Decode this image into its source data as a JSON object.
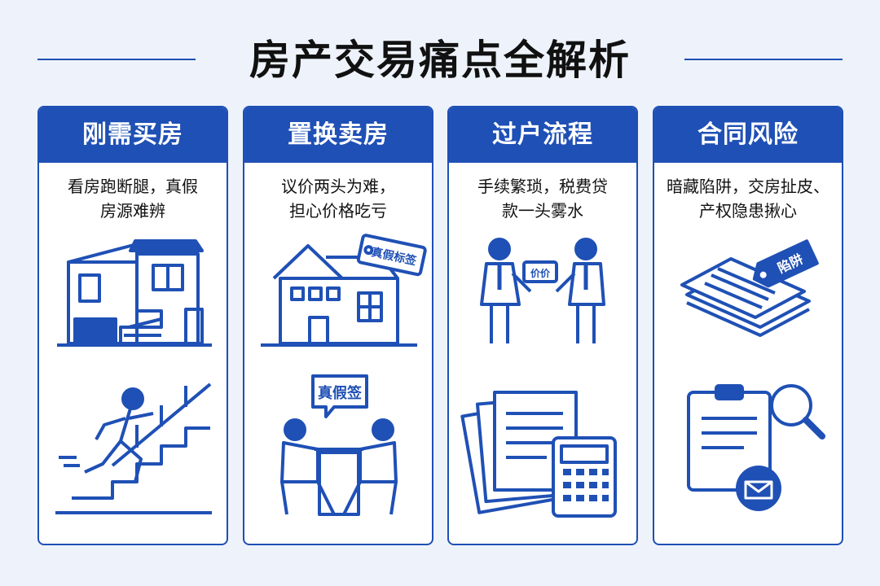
{
  "title": "房产交易痛点全解析",
  "cards": [
    {
      "header": "刚需买房",
      "desc_line1": "看房跑断腿，真假",
      "desc_line2": "房源难辨"
    },
    {
      "header": "置换卖房",
      "desc_line1": "议价两头为难，",
      "desc_line2": "担心价格吃亏",
      "tag_top": "真假标签",
      "bubble": "真假签"
    },
    {
      "header": "过户流程",
      "desc_line1": "手续繁琐，税费贷",
      "desc_line2": "款一头雾水",
      "tag_price": "价价"
    },
    {
      "header": "合同风险",
      "desc_line1": "暗藏陷阱，交房扯皮、",
      "desc_line2": "产权隐患揪心",
      "tag_trap": "陷阱"
    }
  ],
  "colors": {
    "accent": "#1f50b5",
    "background": "#eef3fb",
    "card": "#ffffff"
  },
  "icons": [
    "house-icon",
    "running-stairs-icon",
    "house-price-tag-icon",
    "negotiation-icon",
    "handshake-icon",
    "documents-calculator-icon",
    "contract-trap-icon",
    "clipboard-search-icon"
  ]
}
